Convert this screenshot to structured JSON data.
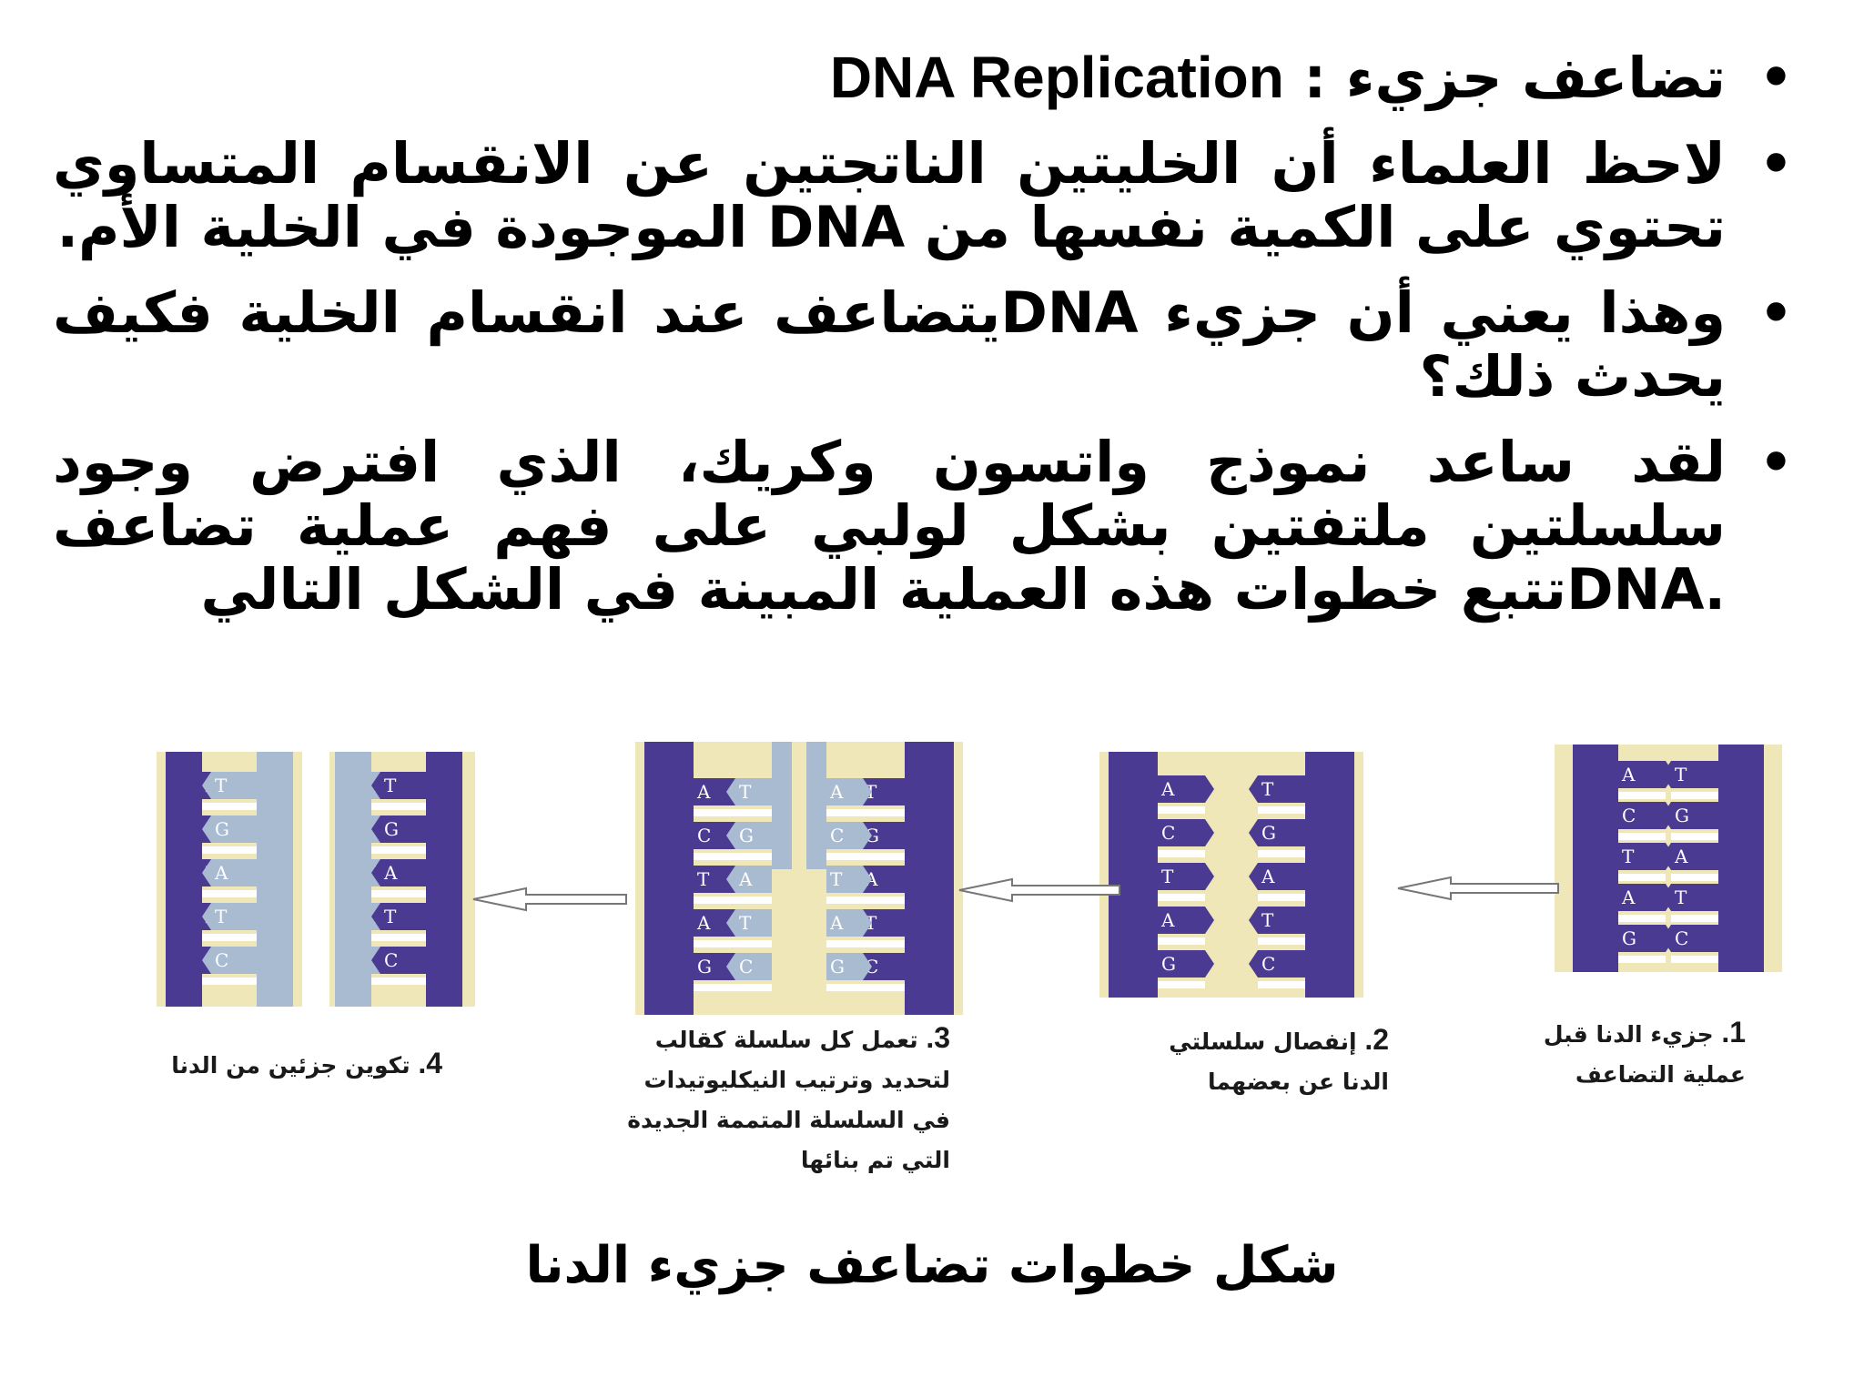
{
  "bullets": [
    {
      "text_ar": "تضاعف جزيء : ",
      "text_en": "DNA Replication"
    },
    {
      "text": "لاحظ العلماء أن الخليتين الناتجتين عن الانقسام المتساوي تحتوي على الكمية نفسها من  DNA الموجودة في الخلية الأم."
    },
    {
      "text": " وهذا يعني أن جزيء    DNAيتضاعف عند انقسام الخلية فكيف يحدث ذلك؟"
    },
    {
      "text": "لقد ساعد نموذج واتسون وكريك، الذي افترض وجود سلسلتين ملتفتين بشكل لولبي على فهم عملية تضاعف  .DNAتتبع خطوات هذه العملية المبينة في الشكل التالي"
    }
  ],
  "bullet_symbol": "•",
  "figure": {
    "title": "شكل خطوات تضاعف جزيء الدنا",
    "captions": {
      "step1": {
        "num": "1.",
        "lines": [
          "جزيء الدنا قبل",
          "عملية التضاعف"
        ]
      },
      "step2": {
        "num": "2.",
        "lines": [
          "إنفصال سلسلتي",
          "الدنا عن بعضهما"
        ]
      },
      "step3": {
        "num": "3.",
        "lines": [
          "تعمل كل سلسلة كقالب",
          "لتحديد وترتيب النيكليوتيدات",
          "في السلسلة المتممة الجديدة",
          "التي تم بنائها"
        ]
      },
      "step4": {
        "num": "4.",
        "lines": [
          "تكوين جزئين من الدنا"
        ]
      }
    },
    "bases_left": [
      "A",
      "C",
      "T",
      "A",
      "G"
    ],
    "bases_right": [
      "T",
      "G",
      "A",
      "T",
      "C"
    ],
    "colors": {
      "backbone": "#4b3a91",
      "new_strand": "#a9bbd1",
      "panel_bg": "#efe7b8",
      "arrow": "#ffffff"
    }
  }
}
